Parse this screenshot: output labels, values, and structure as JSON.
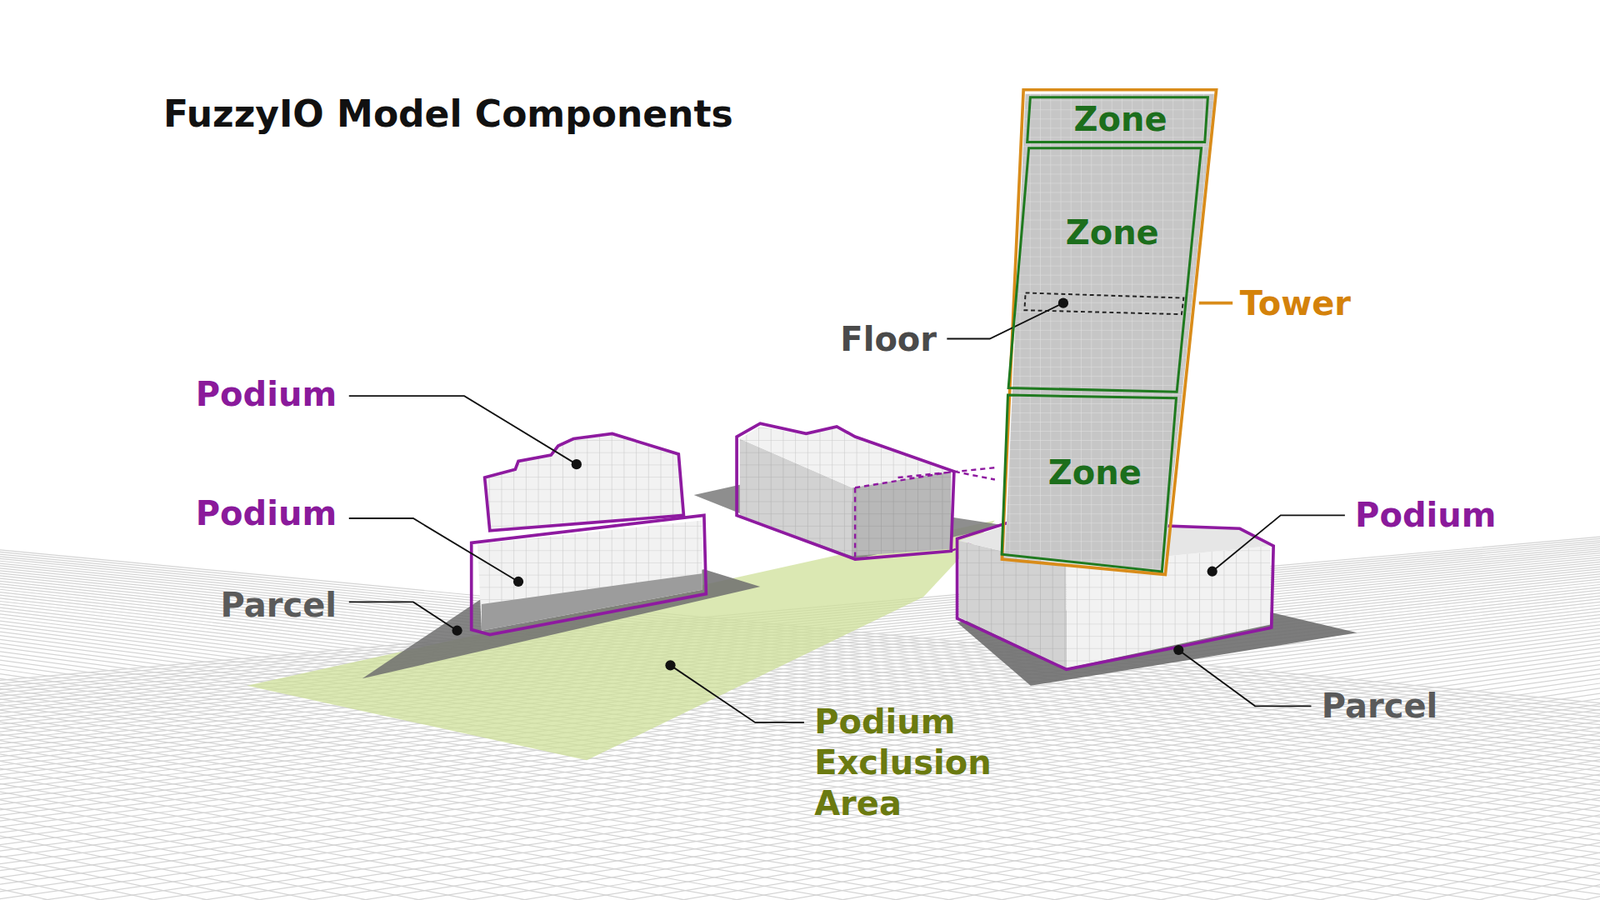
{
  "diagram": {
    "title": "FuzzyIO Model Components",
    "nodes": [
      {
        "text": [
          "Zone"
        ]
      },
      {
        "text": [
          "Zone"
        ]
      },
      {
        "text": [
          "Zone"
        ]
      }
    ],
    "labels": [
      "Floor",
      "Tower",
      "Podium",
      "Podium",
      "Parcel",
      "Podium",
      "Parcel",
      "Podium Exclusion Area"
    ]
  }
}
